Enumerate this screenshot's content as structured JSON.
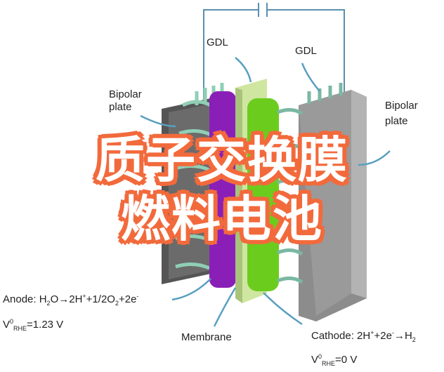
{
  "labels": {
    "gdl_left": "GDL",
    "gdl_right": "GDL",
    "bipolar_left_1": "Bipolar",
    "bipolar_left_2": "plate",
    "bipolar_right_1": "Bipolar",
    "bipolar_right_2": "plate",
    "anode_prefix": "Anode: H",
    "anode_sub1": "2",
    "anode_mid": "O→2H",
    "anode_sup1": "+",
    "anode_mid2": "+1/2O",
    "anode_sub2": "2",
    "anode_end": "+2e",
    "anode_sup2": "-",
    "anode_v": "V",
    "anode_v_sup": "0",
    "anode_v_sub": "RHE",
    "anode_v_val": "=1.23 V",
    "membrane": "Membrane",
    "cathode_prefix": "Cathode: 2H",
    "cathode_sup1": "+",
    "cathode_mid": "+2e",
    "cathode_sup2": "-",
    "cathode_end": "→H",
    "cathode_sub": "2",
    "cathode_v": "V",
    "cathode_v_sup": "0",
    "cathode_v_sub": "RHE",
    "cathode_v_val": "=0 V"
  },
  "title": {
    "line1": "质子交换膜",
    "line2": "燃料电池"
  },
  "colors": {
    "title_outline": "#f26a3c",
    "arrow": "#5a9fc0",
    "membrane": "#cfe6a0",
    "anode_catalyst": "#8a1fb8",
    "cathode_catalyst": "#6ccc1e",
    "plate": "#8a8a8a"
  }
}
